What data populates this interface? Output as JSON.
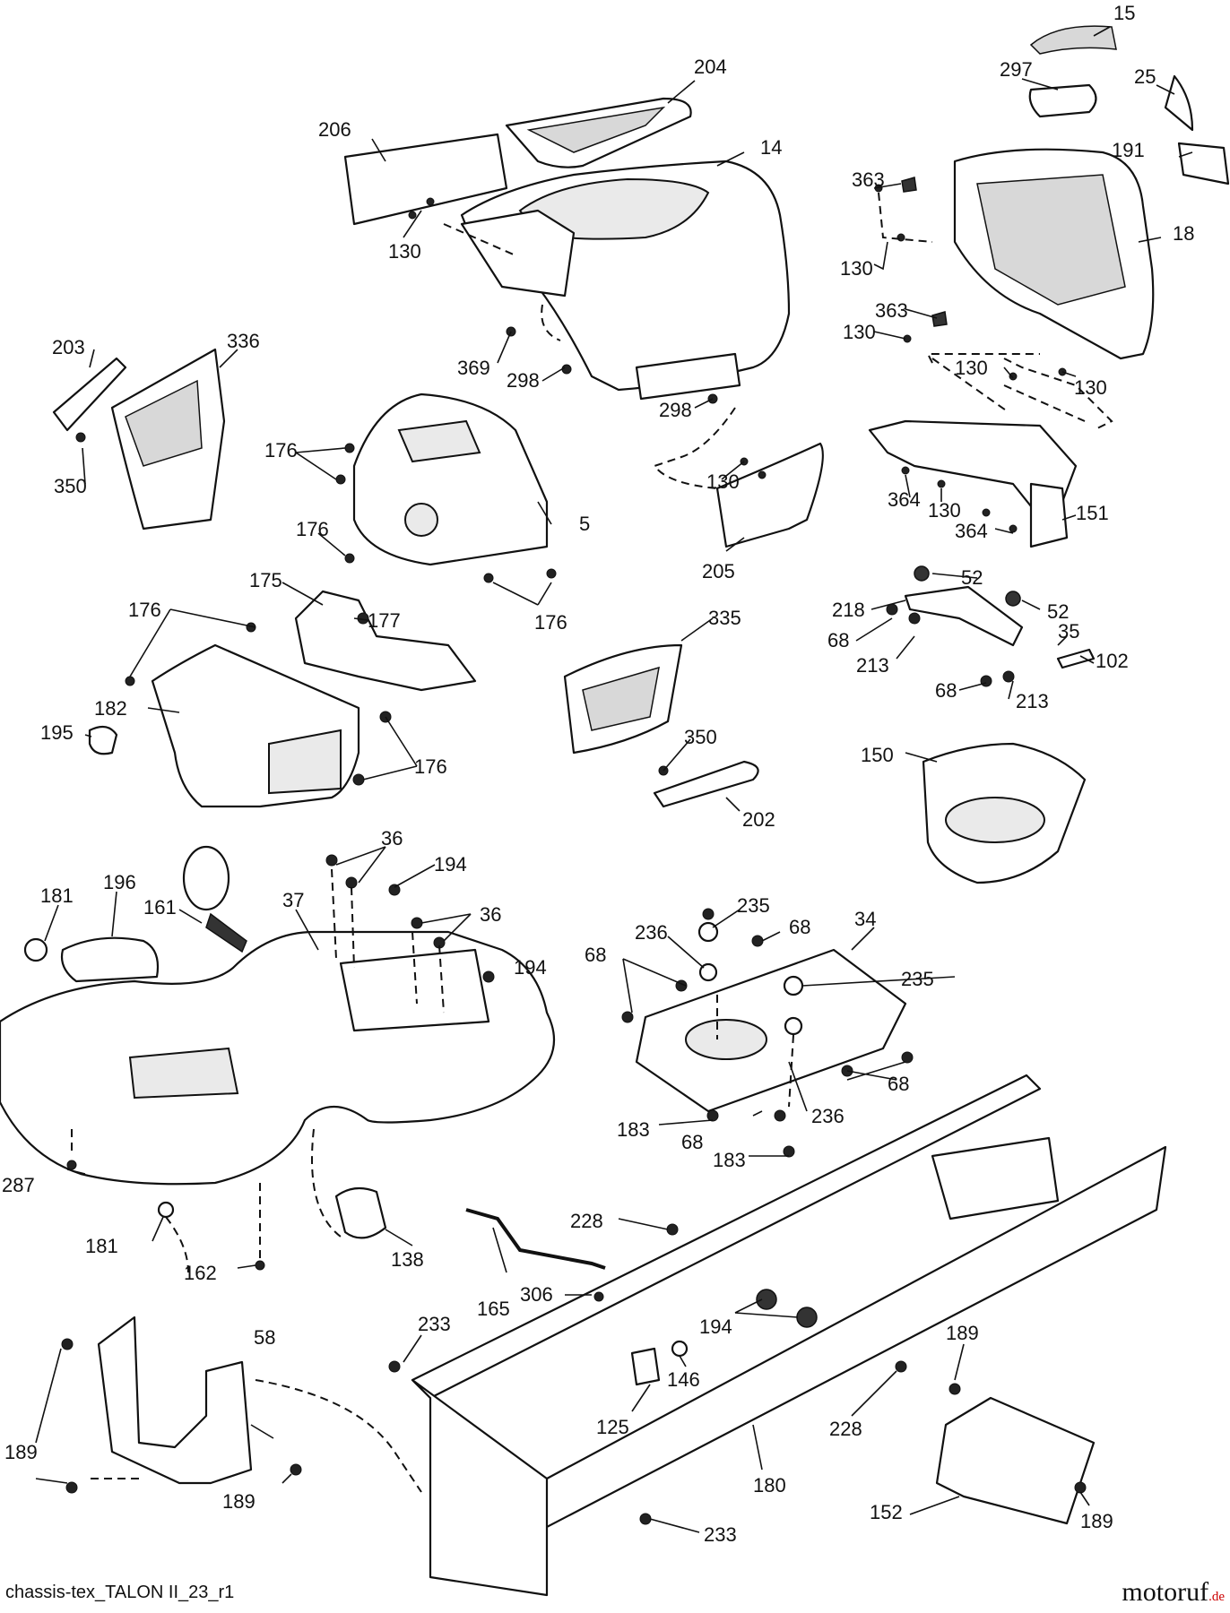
{
  "caption": "chassis-tex_TALON II_23_r1",
  "brand": {
    "name": "motoruf",
    "suffix": ".de",
    "accent_color": "#cc0000"
  },
  "part_labels": [
    "15",
    "204",
    "297",
    "25",
    "14",
    "206",
    "191",
    "363",
    "18",
    "130",
    "130",
    "363",
    "130",
    "130",
    "130",
    "203",
    "336",
    "369",
    "298",
    "298",
    "350",
    "176",
    "176",
    "5",
    "130",
    "364",
    "130",
    "151",
    "364",
    "205",
    "176",
    "176",
    "52",
    "218",
    "52",
    "68",
    "35",
    "213",
    "102",
    "175",
    "177",
    "68",
    "213",
    "335",
    "176",
    "182",
    "195",
    "176",
    "350",
    "150",
    "202",
    "36",
    "194",
    "181",
    "196",
    "161",
    "37",
    "36",
    "235",
    "236",
    "68",
    "34",
    "194",
    "68",
    "235",
    "68",
    "183",
    "68",
    "236",
    "183",
    "287",
    "228",
    "181",
    "162",
    "138",
    "165",
    "306",
    "194",
    "233",
    "146",
    "189",
    "58",
    "125",
    "228",
    "189",
    "180",
    "189",
    "152",
    "233",
    "189"
  ]
}
